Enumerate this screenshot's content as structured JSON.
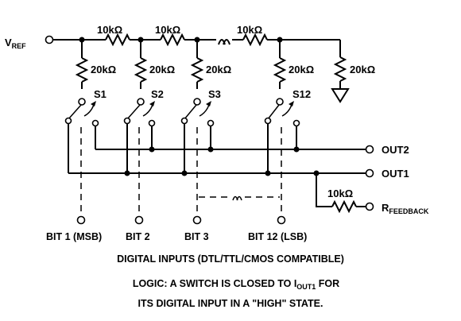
{
  "terminals": {
    "vref": {
      "main": "V",
      "sub": "REF"
    },
    "out2": "OUT2",
    "out1": "OUT1",
    "rfeedback": {
      "main": "R",
      "sub": "FEEDBACK"
    }
  },
  "resistors": {
    "series": [
      "10kΩ",
      "10kΩ",
      "10kΩ"
    ],
    "shunt": [
      "20kΩ",
      "20kΩ",
      "20kΩ",
      "20kΩ"
    ],
    "terminator": "20kΩ",
    "feedback": "10kΩ"
  },
  "switches": [
    "S1",
    "S2",
    "S3",
    "S12"
  ],
  "bits": [
    "BIT  1  (MSB)",
    "BIT  2",
    "BIT  3",
    "BIT  12  (LSB)"
  ],
  "captions": {
    "digital_inputs": "DIGITAL  INPUTS  (DTL/TTL/CMOS  COMPATIBLE)",
    "logic_line1_main": "LOGIC:  A  SWITCH  IS  CLOSED  TO  I",
    "logic_line1_sub": "OUT1",
    "logic_line1_end": " FOR",
    "logic_line2": "ITS  DIGITAL  INPUT  IN  A  \"HIGH\"  STATE."
  }
}
